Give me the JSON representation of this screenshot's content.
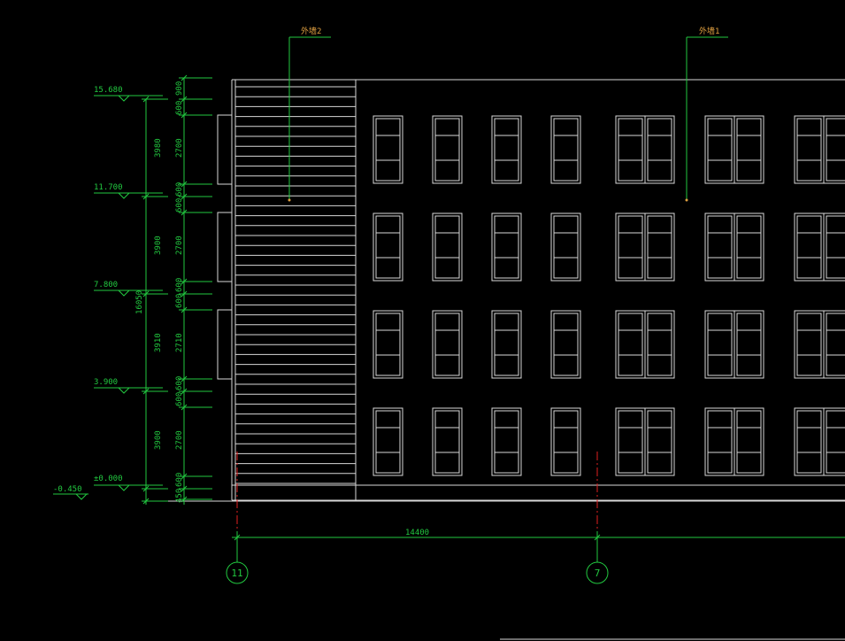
{
  "drawing": {
    "tags": {
      "left_label": "外墙2",
      "right_label": "外墙1"
    },
    "elevations": [
      "15.680",
      "11.700",
      "7.800",
      "3.900",
      "±0.000",
      "-0.450"
    ],
    "overall_height": "16050",
    "floor_dims": [
      "3980",
      "3900",
      "3910",
      "3900"
    ],
    "segment_dims": [
      "900",
      "600",
      "2700",
      "600",
      "600",
      "2700",
      "600",
      "600",
      "2710",
      "600",
      "600",
      "2700",
      "600",
      "450"
    ],
    "span_dim": "14400",
    "grid_axes": [
      "11",
      "7"
    ]
  },
  "colors": {
    "background": "#000000",
    "dimension": "#22c940",
    "outline": "#d8d8d8",
    "axis": "#e02020",
    "tag": "#e0a040"
  }
}
